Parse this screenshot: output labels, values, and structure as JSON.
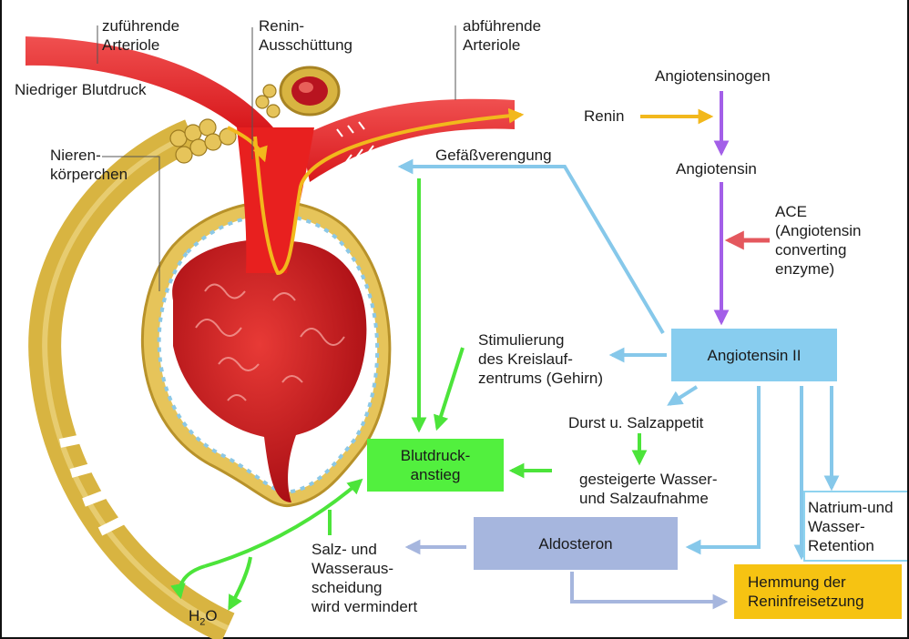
{
  "labels": {
    "afferent": "zuführende\nArteriole",
    "renin_release": "Renin-\nAusschüttung",
    "efferent": "abführende\nArteriole",
    "low_bp": "Niedriger Blutdruck",
    "corpuscle": "Nieren-\nkörperchen",
    "angiotensinogen": "Angiotensinogen",
    "renin": "Renin",
    "angiotensin": "Angiotensin",
    "ace": "ACE\n(Angiotensin\nconverting\nenzyme)",
    "vasoconstriction": "Gefäßverengung",
    "stimulation": "Stimulierung\ndes Kreislauf-\nzentrums (Gehirn)",
    "thirst": "Durst u. Salzappetit",
    "intake": "gesteigerte Wasser-\nund Salzaufnahme",
    "excretion": "Salz- und\nWasseraus-\nscheidung\nwird vermindert",
    "water": "H",
    "water_sub": "2",
    "water_tail": "O"
  },
  "boxes": {
    "angiotensin2": "Angiotensin II",
    "bp_rise": "Blutdruck-\nanstieg",
    "aldosterone": "Aldosteron",
    "inhibition": "Hemmung der\nReninfreisetzung",
    "sodium": "Natrium-und\nWasser-\nRetention"
  },
  "colors": {
    "renin_arrow": "#f2b81c",
    "conversion_arrow": "#a35fe8",
    "ace_arrow": "#e4585e",
    "angiotensin2_arrow": "#86c8ea",
    "bp_arrow": "#4ce43a",
    "aldosterone_arrow": "#a6b6de",
    "tubule": "#d8b441",
    "vessel": "#e8201f",
    "glomerulus": "#c9161a"
  }
}
